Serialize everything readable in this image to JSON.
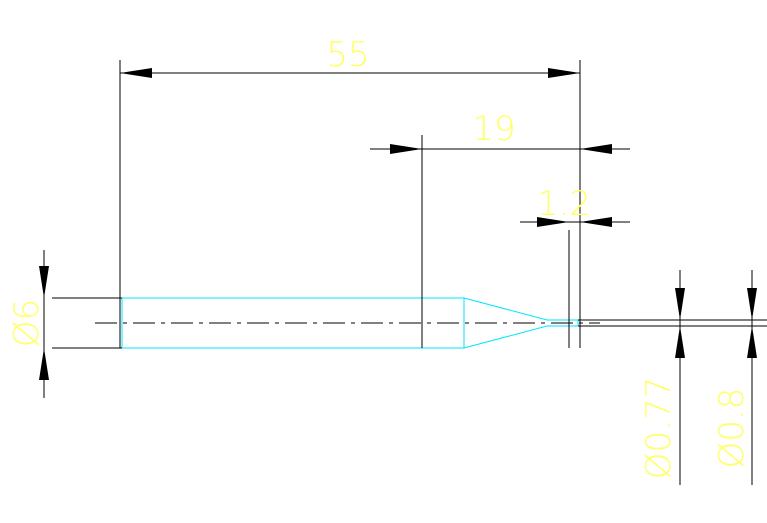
{
  "dimensions": {
    "overall_length": "55",
    "taper_length": "19",
    "tip_length": "1.2",
    "shank_diameter": "Ø6",
    "tip_diameter_1": "Ø0.77",
    "tip_diameter_2": "Ø0.8"
  },
  "colors": {
    "background": "#ffffff",
    "geometry": "#000000",
    "part_outline": "#00e5ff",
    "dimension_text": "#ffff66"
  }
}
